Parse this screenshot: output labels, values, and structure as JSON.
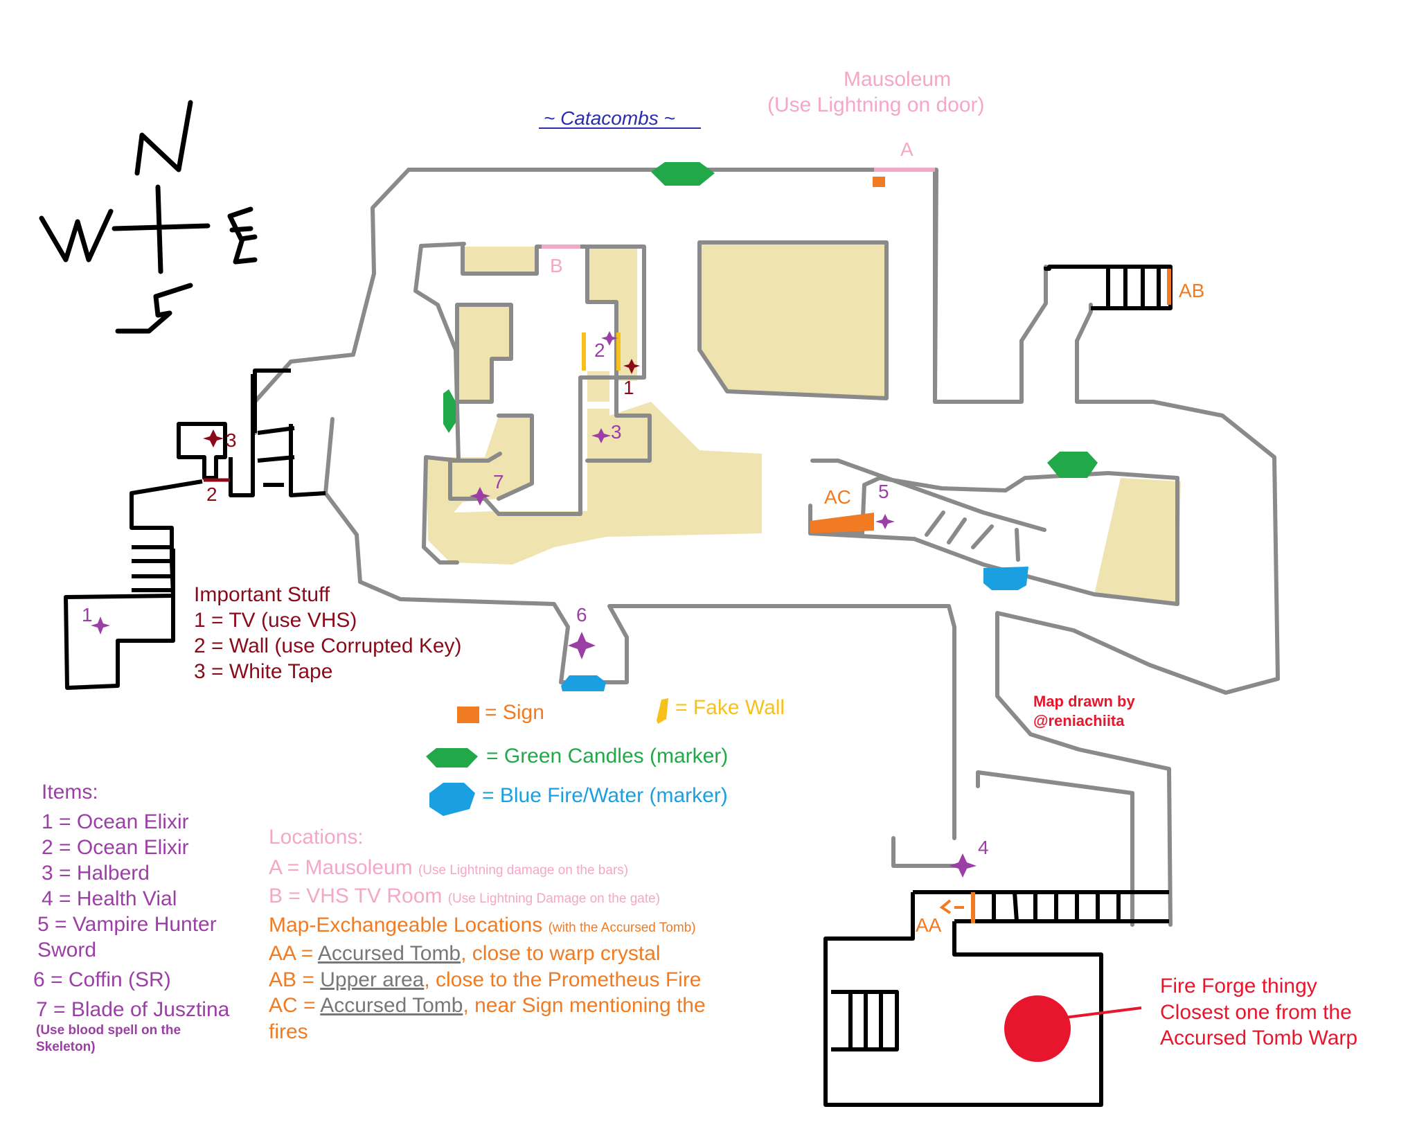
{
  "title": "~ Catacombs ~",
  "compass": {
    "n": "N",
    "w": "W",
    "e": "E",
    "s": "S"
  },
  "credit": {
    "line1": "Map drawn by",
    "line2": "@reniachiita"
  },
  "map_labels": {
    "mausoleum_title": "Mausoleum",
    "mausoleum_hint": "(Use Lightning on door)",
    "A": "A",
    "B": "B",
    "AB": "AB",
    "AC": "AC",
    "AA": "AA",
    "n1a": "1",
    "n1b": "1",
    "n2a": "2",
    "n2b": "2",
    "n3a": "3",
    "n3b": "3",
    "n4": "4",
    "n5": "5",
    "n6": "6",
    "n7": "7"
  },
  "important": {
    "heading": "Important Stuff",
    "items": [
      "1 = TV (use VHS)",
      "2 = Wall (use Corrupted Key)",
      "3 = White Tape"
    ]
  },
  "legend": {
    "sign": "= Sign",
    "fake_wall": "= Fake Wall",
    "green_candles": "= Green Candles (marker)",
    "blue_fire": "= Blue Fire/Water (marker)"
  },
  "items": {
    "heading": "Items:",
    "list": [
      "1 = Ocean Elixir",
      "2 = Ocean Elixir",
      "3 = Halberd",
      "4 = Health Vial",
      "5 = Vampire Hunter",
      "Sword",
      "6 = Coffin (SR)",
      "7 = Blade of Jusztina"
    ],
    "note_line1": "(Use blood spell on the",
    "note_line2": "Skeleton)"
  },
  "locations": {
    "heading": "Locations:",
    "a_main": "A = Mausoleum",
    "a_note": "(Use Lightning damage on the bars)",
    "b_main": "B = VHS TV Room",
    "b_note": "(Use Lightning Damage on the gate)",
    "exch_main": "Map-Exchangeable Locations",
    "exch_note": "(with the Accursed Tomb)",
    "aa_pre": "AA = ",
    "aa_link": "Accursed Tomb",
    "aa_post": ", close to warp crystal",
    "ab_pre": "AB = ",
    "ab_link": "Upper area",
    "ab_post": ", close to the Prometheus Fire",
    "ac_pre": "AC = ",
    "ac_link": "Accursed Tomb",
    "ac_post": ", near Sign mentioning the",
    "ac_post2": "fires"
  },
  "fire_forge": {
    "line1": "Fire Forge thingy",
    "line2": "Closest one from the",
    "line3": "Accursed Tomb Warp"
  },
  "colors": {
    "wall_gray": "#8a8a8a",
    "wall_black": "#000000",
    "floor_tan": "#efe4b0",
    "sign_orange": "#f07b22",
    "green_candle": "#21a848",
    "blue_fire": "#1aa0e0",
    "fake_wall_yellow": "#f7c11c",
    "item_purple": "#9b3fa6",
    "important_maroon": "#8b0a1a",
    "forge_red": "#e8162d",
    "location_pink": "#f4a7c6"
  }
}
